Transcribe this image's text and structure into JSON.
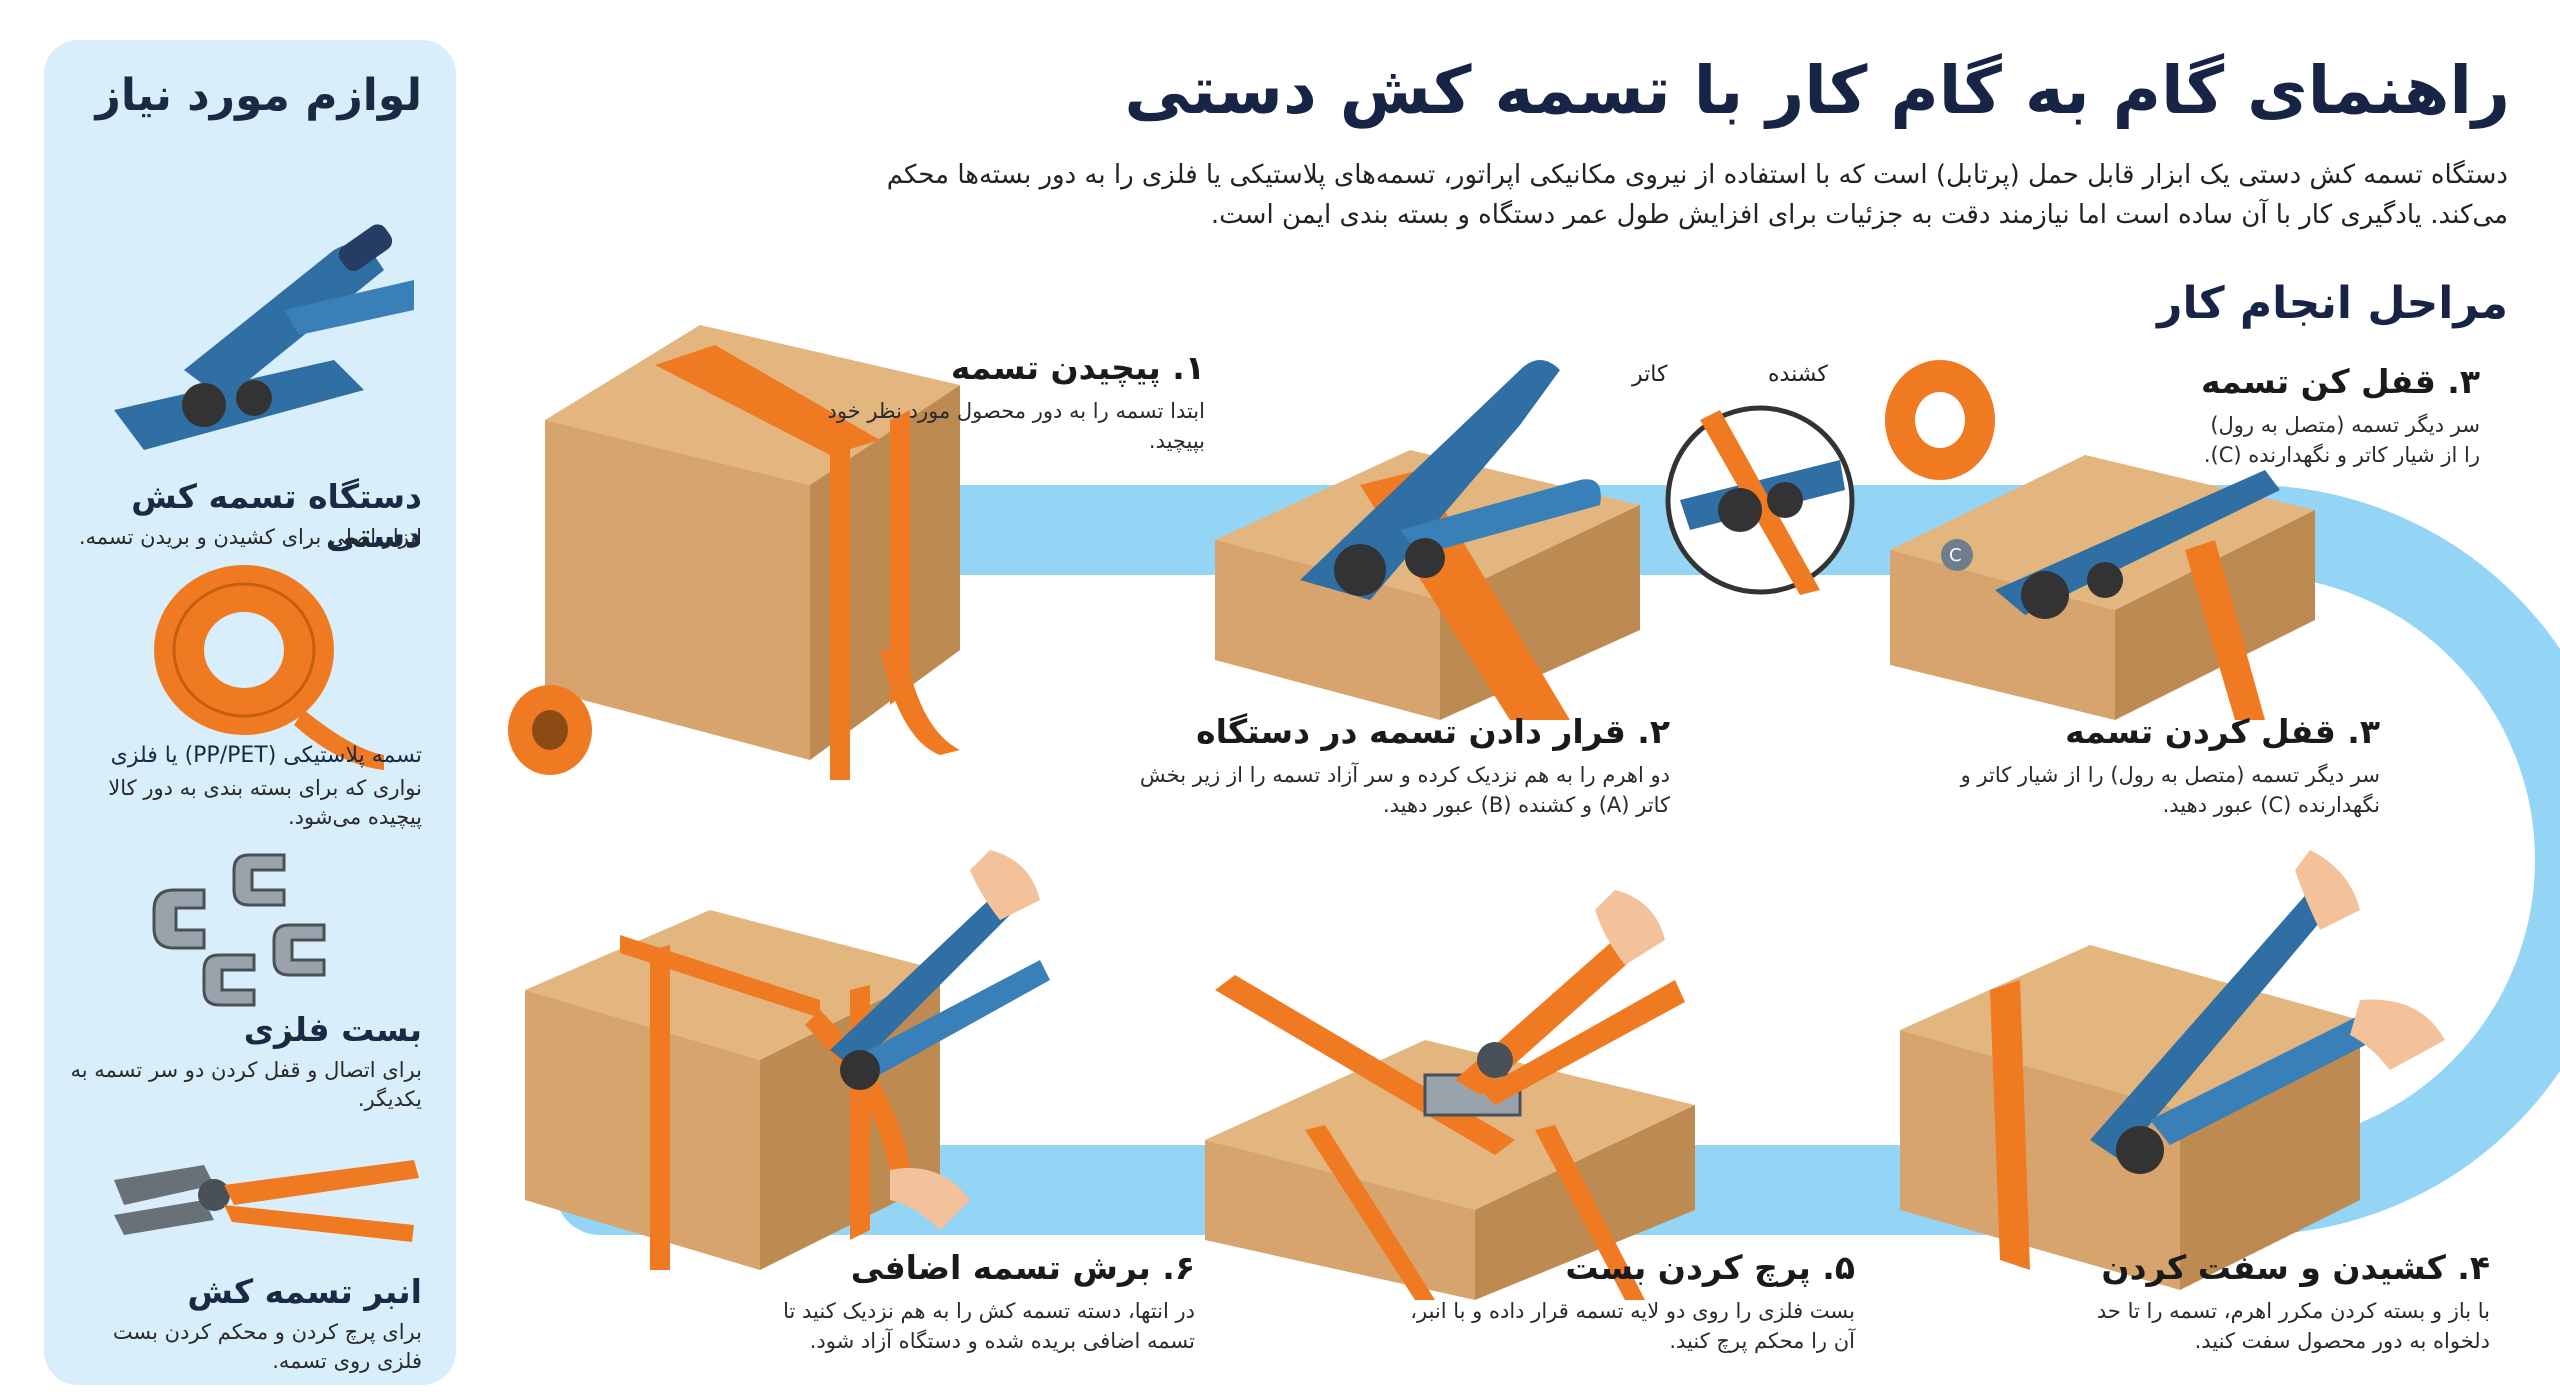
{
  "title": "راهنمای گام به گام کار با تسمه کش دستی",
  "intro": "دستگاه تسمه کش دستی یک ابزار قابل حمل (پرتابل) است که با استفاده از نیروی مکانیکی اپراتور، تسمه‌های پلاستیکی یا فلزی را به دور بسته‌ها محکم می‌کند. یادگیری کار با آن ساده است اما نیازمند دقت به جزئیات برای افزایش طول عمر دستگاه و بسته بندی ایمن است.",
  "supplies": {
    "heading": "لوازم مورد نیاز",
    "items": [
      {
        "name": "دستگاه تسمه کش دستی",
        "desc": "ابزار اصلی برای کشیدن و بریدن تسمه.",
        "icon": "strapping-tool-icon"
      },
      {
        "name": "تسمه پلاستیکی (PP/PET) یا فلزی",
        "desc": "نواری که برای بسته بندی به دور کالا پیچیده می‌شود.",
        "icon": "strap-roll-icon"
      },
      {
        "name": "بست فلزی",
        "desc": "برای اتصال و قفل کردن دو سر تسمه به یکدیگر.",
        "icon": "metal-seals-icon"
      },
      {
        "name": "انبر تسمه کش",
        "desc": "برای پرچ کردن و محکم کردن بست فلزی روی تسمه.",
        "icon": "sealer-pliers-icon"
      }
    ]
  },
  "steps_heading": "مراحل انجام کار",
  "steps": [
    {
      "title": "۱. پیچیدن تسمه",
      "desc": "ابتدا تسمه را به دور محصول مورد نظر خود بپیچید."
    },
    {
      "title": "۲. قرار دادن تسمه در دستگاه",
      "desc": "دو اهرم را به هم نزدیک کرده و سر آزاد تسمه را از زیر بخش کاتر (A) و کشنده (B) عبور دهید."
    },
    {
      "title": "۳. قفل کن تسمه",
      "desc": "سر دیگر تسمه (متصل به رول) را از شیار کاتر و نگهدارنده (C)."
    },
    {
      "title": "۳. قفل کردن تسمه",
      "desc": "سر دیگر تسمه (متصل به رول) را از شیار کاتر و نگهدارنده (C) عبور دهید."
    },
    {
      "title": "۴. کشیدن و سفت کردن",
      "desc": "با باز و بسته کردن مکرر اهرم، تسمه را تا حد دلخواه به دور محصول سفت کنید."
    },
    {
      "title": "۵. پرچ کردن بست",
      "desc": "بست فلزی را روی دو لایه تسمه قرار داده و با انبر، آن را محکم پرچ کنید."
    },
    {
      "title": "۶. برش تسمه اضافی",
      "desc": "در انتها، دسته تسمه کش را به هم نزدیک کنید تا تسمه اضافی بریده شده و دستگاه آزاد شود."
    }
  ],
  "callouts": {
    "cutter": "کاتر",
    "tensioner": "کشنده",
    "c_marker": "C"
  },
  "colors": {
    "box": "#d6a46c",
    "strap": "#f07a22",
    "tool": "#2f6fa3",
    "band": "#8ed3f5",
    "panel": "#d9eefb"
  }
}
